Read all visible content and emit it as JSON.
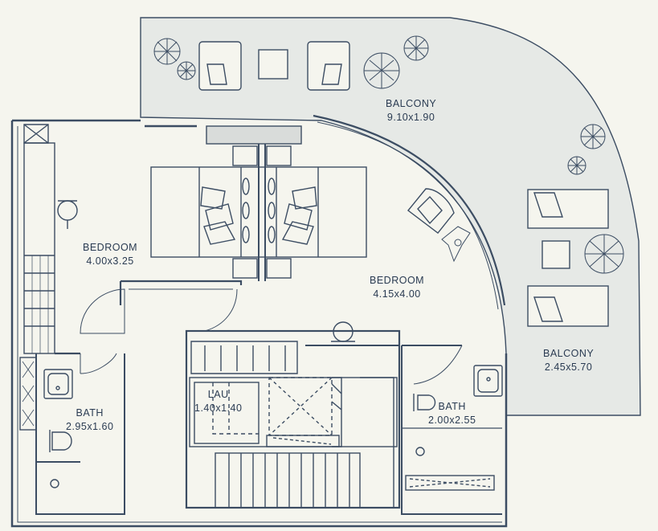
{
  "colors": {
    "background": "#f5f5ee",
    "line": "#3c4d63",
    "balcony_fill": "#e6e9e6",
    "furniture_fill": "#f5f5ee"
  },
  "rooms": [
    {
      "id": "balcony-top",
      "name": "BALCONY",
      "size": "9.10x1.90"
    },
    {
      "id": "bedroom-left",
      "name": "BEDROOM",
      "size": "4.00x3.25"
    },
    {
      "id": "bedroom-right",
      "name": "BEDROOM",
      "size": "4.15x4.00"
    },
    {
      "id": "balcony-right",
      "name": "BALCONY",
      "size": "2.45x5.70"
    },
    {
      "id": "bath-left",
      "name": "BATH",
      "size": "2.95x1.60"
    },
    {
      "id": "laundry",
      "name": "LAU",
      "size": "1.40x1.40"
    },
    {
      "id": "bath-right",
      "name": "BATH",
      "size": "2.00x2.55"
    }
  ],
  "icons": [
    "plant-icon",
    "armchair-icon",
    "sun-lounger-icon",
    "side-table-icon",
    "bed-icon",
    "desk-chair-icon",
    "toilet-icon",
    "washbasin-icon",
    "floor-drain-icon",
    "stairs-icon",
    "door-swing-icon"
  ]
}
